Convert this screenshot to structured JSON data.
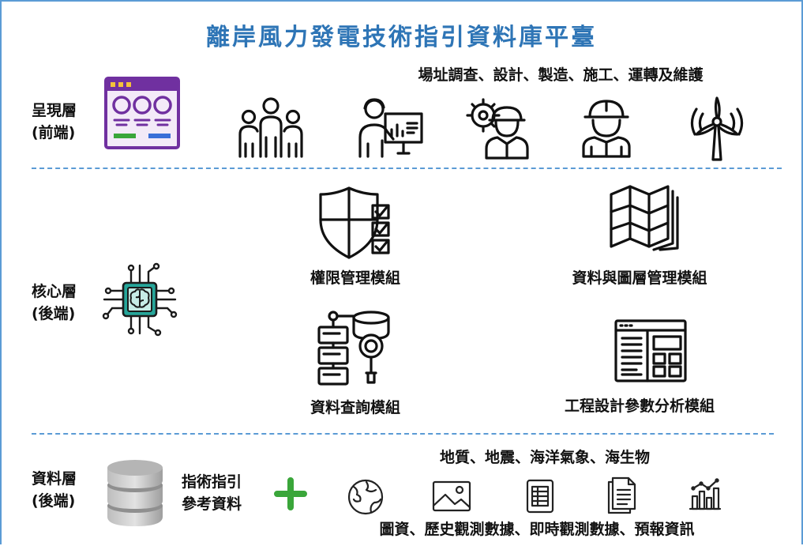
{
  "title": "離岸風力發電技術指引資料庫平臺",
  "presentation": {
    "layer_line1": "呈現層",
    "layer_line2": "(前端)",
    "roles_caption": "場址調查、設計、製造、施工、運轉及維護"
  },
  "core": {
    "layer_line1": "核心層",
    "layer_line2": "(後端)",
    "modules": [
      {
        "label": "權限管理模組",
        "icon": "shield-check-icon"
      },
      {
        "label": "資料與圖層管理模組",
        "icon": "map-icon"
      },
      {
        "label": "資料查詢模組",
        "icon": "database-search-icon"
      },
      {
        "label": "工程設計參數分析模組",
        "icon": "dashboard-analysis-icon"
      }
    ]
  },
  "data": {
    "layer_line1": "資料層",
    "layer_line2": "(後端)",
    "guide_line1": "指術指引",
    "guide_line2": "參考資料",
    "topics_caption": "地質、地震、海洋氣象、海生物",
    "types_caption": "圖資、歷史觀測數據、即時觀測數據、預報資訊"
  },
  "colors": {
    "title": "#2e75b6",
    "divider": "#5b9bd5",
    "browser_icon": "#7030a0",
    "chip_icon": "#26a69a",
    "plus": "#3aa63a",
    "database": "#a6a6a6"
  }
}
